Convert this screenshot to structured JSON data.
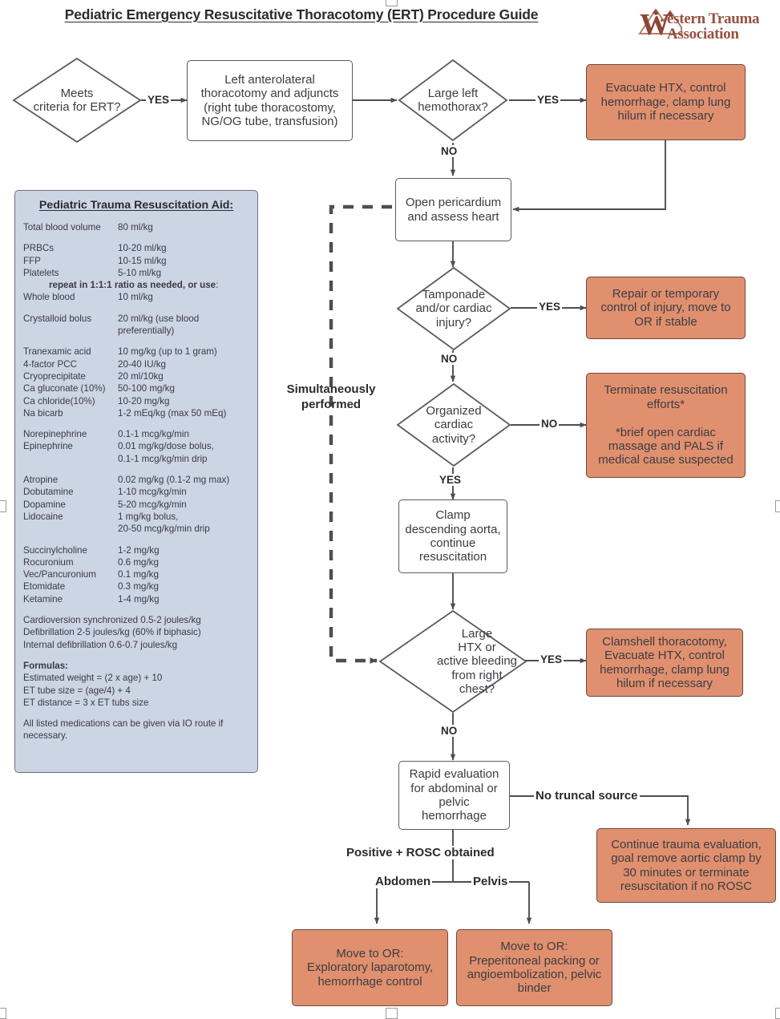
{
  "document": {
    "title": "Pediatric Emergency Resuscitative Thoracotomy (ERT) Procedure Guide",
    "logo": {
      "mark": "W",
      "line1": "estern Trauma",
      "line2": "Association",
      "color": "#8e4535"
    }
  },
  "colors": {
    "salmon_fill": "#e0906f",
    "salmon_border": "#6b4a3c",
    "panel_fill": "#ccd5e4",
    "node_border": "#5a5a62",
    "text": "#3c3c42"
  },
  "flow": {
    "nodes": {
      "meets_criteria": "Meets\ncriteria for ERT?",
      "left_thoracotomy": "Left anterolateral\nthoracotomy and adjuncts\n(right tube thoracostomy,\nNG/OG tube, transfusion)",
      "large_left_hemothorax": "Large left\nhemothorax?",
      "evacuate_htx": "Evacuate HTX, control\nhemorrhage, clamp lung\nhilum if necessary",
      "open_pericardium": "Open pericardium\nand assess heart",
      "tamponade": "Tamponade\nand/or cardiac\ninjury?",
      "repair_injury": "Repair or temporary\ncontrol of injury, move to\nOR if stable",
      "organized_cardiac": "Organized\ncardiac\nactivity?",
      "terminate_resus": "Terminate resuscitation\nefforts*\n\n*brief open cardiac\nmassage and PALS if\nmedical cause suspected",
      "clamp_aorta": "Clamp\ndescending aorta,\ncontinue\nresuscitation",
      "large_htx_right": "Large\nHTX or\nactive bleeding\nfrom right\nchest?",
      "clamshell": "Clamshell thoracotomy,\nEvacuate HTX, control\nhemorrhage, clamp lung\nhilum if necessary",
      "rapid_eval": "Rapid evaluation\nfor abdominal or\npelvic\nhemorrhage",
      "continue_eval": "Continue trauma evaluation,\ngoal remove aortic clamp by\n30 minutes or terminate\nresuscitation if no ROSC",
      "move_or_abdomen": "Move to OR:\nExploratory laparotomy,\nhemorrhage control",
      "move_or_pelvis": "Move to OR:\nPreperitoneal packing or\nangioembolization, pelvic\nbinder"
    },
    "edge_labels": {
      "yes1": "YES",
      "yes2": "YES",
      "no1": "NO",
      "yes3": "YES",
      "no2": "NO",
      "no3": "NO",
      "yes4": "YES",
      "yes5": "YES",
      "no4": "NO",
      "no_truncal_source": "No truncal source",
      "positive_rosc": "Positive + ROSC obtained",
      "abdomen": "Abdomen",
      "pelvis": "Pelvis"
    },
    "annotation_simultaneous": "Simultaneously\nperformed"
  },
  "panel": {
    "heading": "Pediatric Trauma Resuscitation Aid:",
    "groups": [
      {
        "rows": [
          {
            "label": "Total blood volume",
            "value": "80 ml/kg"
          }
        ]
      },
      {
        "rows": [
          {
            "label": "PRBCs",
            "value": "10-20 ml/kg"
          },
          {
            "label": "FFP",
            "value": "10-15 ml/kg"
          },
          {
            "label": "Platelets",
            "value": "5-10 ml/kg"
          }
        ],
        "note_bold": "repeat in 1:1:1 ratio as needed, or use",
        "note_tail": ":",
        "rows_after": [
          {
            "label": "Whole blood",
            "value": "10 ml/kg"
          }
        ]
      },
      {
        "rows": [
          {
            "label": "Crystalloid bolus",
            "value": "20 ml/kg (use blood"
          },
          {
            "label": "",
            "value": "preferentially)"
          }
        ]
      },
      {
        "rows": [
          {
            "label": "Tranexamic acid",
            "value": "10 mg/kg (up to 1 gram)"
          },
          {
            "label": "4-factor PCC",
            "value": "20-40 IU/kg"
          },
          {
            "label": "Cryoprecipitate",
            "value": "20 ml/10kg"
          },
          {
            "label": "Ca gluconate (10%)",
            "value": "50-100 mg/kg"
          },
          {
            "label": "Ca chloride(10%)",
            "value": "10-20 mg/kg"
          },
          {
            "label": "Na bicarb",
            "value": "1-2 mEq/kg (max 50 mEq)"
          }
        ]
      },
      {
        "rows": [
          {
            "label": "Norepinephrine",
            "value": "0.1-1 mcg/kg/min"
          },
          {
            "label": "Epinephrine",
            "value": "0.01 mg/kg/dose bolus,"
          },
          {
            "label": "",
            "value": "0.1-1 mcg/kg/min drip"
          }
        ]
      },
      {
        "rows": [
          {
            "label": "Atropine",
            "value": "0.02 mg/kg (0.1-2 mg max)"
          },
          {
            "label": "Dobutamine",
            "value": "1-10 mcg/kg/min"
          },
          {
            "label": "Dopamine",
            "value": "5-20 mcg/kg/min"
          },
          {
            "label": "Lidocaine",
            "value": "1 mg/kg bolus,"
          },
          {
            "label": "",
            "value": "20-50 mcg/kg/min drip"
          }
        ]
      },
      {
        "rows": [
          {
            "label": "Succinylcholine",
            "value": "1-2 mg/kg"
          },
          {
            "label": "Rocuronium",
            "value": "0.6 mg/kg"
          },
          {
            "label": "Vec/Pancuronium",
            "value": "0.1 mg/kg"
          },
          {
            "label": "Etomidate",
            "value": "0.3 mg/kg"
          },
          {
            "label": "Ketamine",
            "value": "1-4 mg/kg"
          }
        ]
      }
    ],
    "energy_lines": [
      "Cardioversion synchronized 0.5-2 joules/kg",
      "Defibrillation 2-5 joules/kg (60% if biphasic)",
      "Internal defibrillation 0.6-0.7 joules/kg"
    ],
    "formulas_heading": "Formulas:",
    "formula_lines": [
      "Estimated weight = (2 x age) + 10",
      "ET tube size = (age/4) + 4",
      "ET distance = 3 x ET tubs size"
    ],
    "footer": "All listed medications can be given via IO route if necessary."
  }
}
